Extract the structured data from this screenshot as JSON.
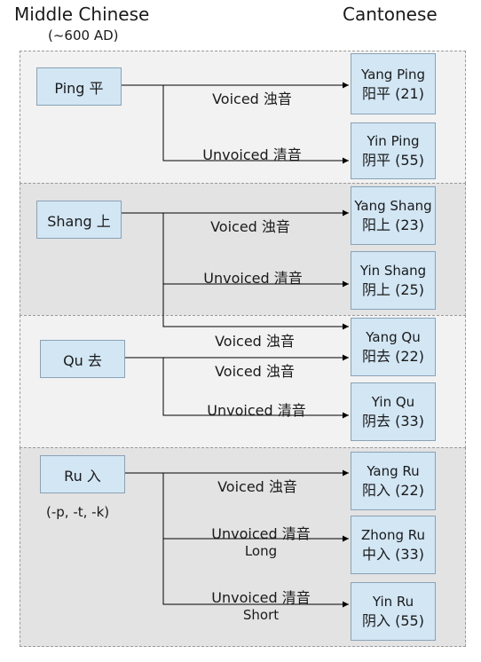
{
  "headers": {
    "left_title": "Middle Chinese",
    "left_subtitle": "(~600 AD)",
    "right_title": "Cantonese"
  },
  "sources": {
    "ping": "Ping 平",
    "shang": "Shang 上",
    "qu": "Qu 去",
    "ru": "Ru 入",
    "ru_note": "(-p, -t, -k)"
  },
  "targets": {
    "yang_ping": {
      "name": "Yang Ping",
      "chinese": "阳平 (21)"
    },
    "yin_ping": {
      "name": "Yin Ping",
      "chinese": "阴平 (55)"
    },
    "yang_shang": {
      "name": "Yang Shang",
      "chinese": "阳上 (23)"
    },
    "yin_shang": {
      "name": "Yin Shang",
      "chinese": "阴上 (25)"
    },
    "yang_qu": {
      "name": "Yang Qu",
      "chinese": "阳去 (22)"
    },
    "yin_qu": {
      "name": "Yin Qu",
      "chinese": "阴去 (33)"
    },
    "yang_ru": {
      "name": "Yang Ru",
      "chinese": "阳入 (22)"
    },
    "zhong_ru": {
      "name": "Zhong Ru",
      "chinese": "中入 (33)"
    },
    "yin_ru": {
      "name": "Yin Ru",
      "chinese": "阴入 (55)"
    }
  },
  "edges": {
    "ping_voiced": "Voiced 浊音",
    "ping_unvoiced": "Unvoiced 清音",
    "shang_voiced_to_yang_shang": "Voiced 浊音",
    "shang_unvoiced": "Unvoiced 清音",
    "shang_voiced_to_yang_qu": "Voiced 浊音",
    "qu_voiced": "Voiced 浊音",
    "qu_unvoiced": "Unvoiced 清音",
    "ru_voiced": "Voiced 浊音",
    "ru_unvoiced_long": "Unvoiced 清音",
    "ru_unvoiced_long_sub": "Long",
    "ru_unvoiced_short": "Unvoiced 清音",
    "ru_unvoiced_short_sub": "Short"
  }
}
